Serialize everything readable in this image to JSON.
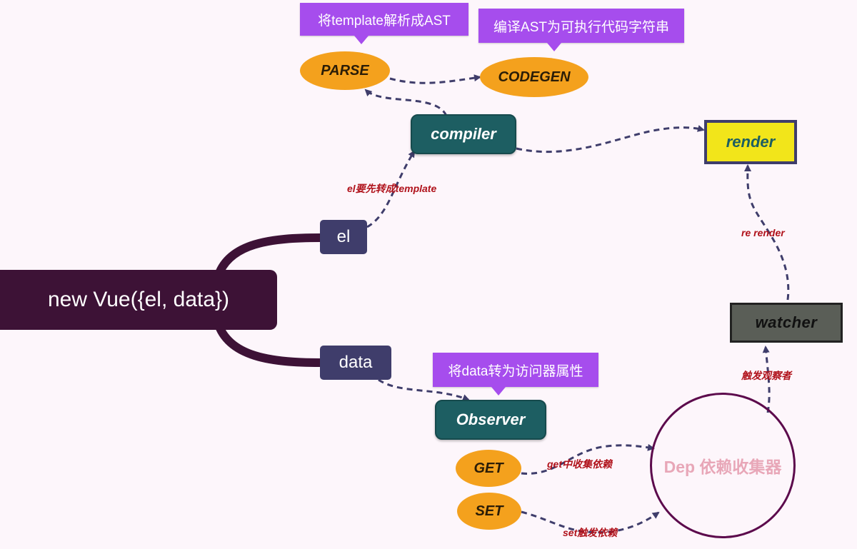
{
  "root": {
    "label": "new Vue({el, data})"
  },
  "branches": {
    "el": "el",
    "data": "data"
  },
  "compiler": {
    "label": "compiler"
  },
  "parse": {
    "label": "PARSE"
  },
  "codegen": {
    "label": "CODEGEN"
  },
  "callouts": {
    "parse": "将template解析成AST",
    "codegen": "编译AST为可执行代码字符串",
    "observer": "将data转为访问器属性"
  },
  "render": {
    "label": "render"
  },
  "watcher": {
    "label": "watcher"
  },
  "observer": {
    "label": "Observer"
  },
  "get": {
    "label": "GET"
  },
  "set": {
    "label": "SET"
  },
  "dep": {
    "label": "Dep 依赖收集器"
  },
  "edge_labels": {
    "el_to_compiler": "el要先转成template",
    "rerender": "re render",
    "trigger_watcher": "触发观察者",
    "get_collect": "get中收集依赖",
    "set_trigger": "set触发依赖"
  },
  "colors": {
    "background": "#fdf6fb",
    "root": "#3d1236",
    "branch": "#3f3d6b",
    "teal": "#1d5e62",
    "orange": "#f4a11d",
    "purple": "#a64ded",
    "render_yellow": "#f2e51a",
    "edge_label_red": "#b0121b"
  }
}
